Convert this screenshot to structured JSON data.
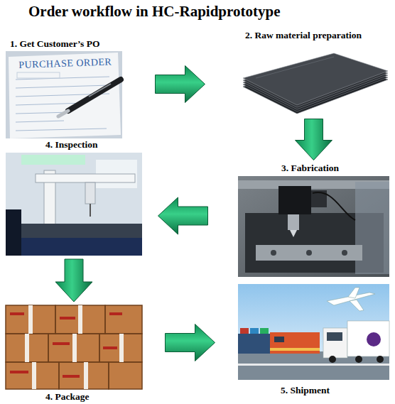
{
  "diagram": {
    "title": "Order workflow in HC-Rapidprototype",
    "nodes": [
      {
        "text": [
          "1. Get Customer’s PO"
        ]
      },
      {
        "text": [
          "2. Raw material preparation"
        ]
      },
      {
        "text": [
          "3. Fabrication"
        ]
      },
      {
        "text": [
          "4. Inspection"
        ]
      },
      {
        "text": [
          "4. Package"
        ]
      },
      {
        "text": [
          "5. Shipment"
        ]
      }
    ],
    "edges": [
      {
        "from": 0,
        "to": 1,
        "arrow": "to"
      },
      {
        "from": 1,
        "to": 2,
        "arrow": "to"
      },
      {
        "from": 2,
        "to": 3,
        "arrow": "to"
      },
      {
        "from": 3,
        "to": 4,
        "arrow": "to"
      },
      {
        "from": 4,
        "to": 5,
        "arrow": "to"
      }
    ],
    "labels": [
      "PURCHASE ORDER"
    ]
  }
}
